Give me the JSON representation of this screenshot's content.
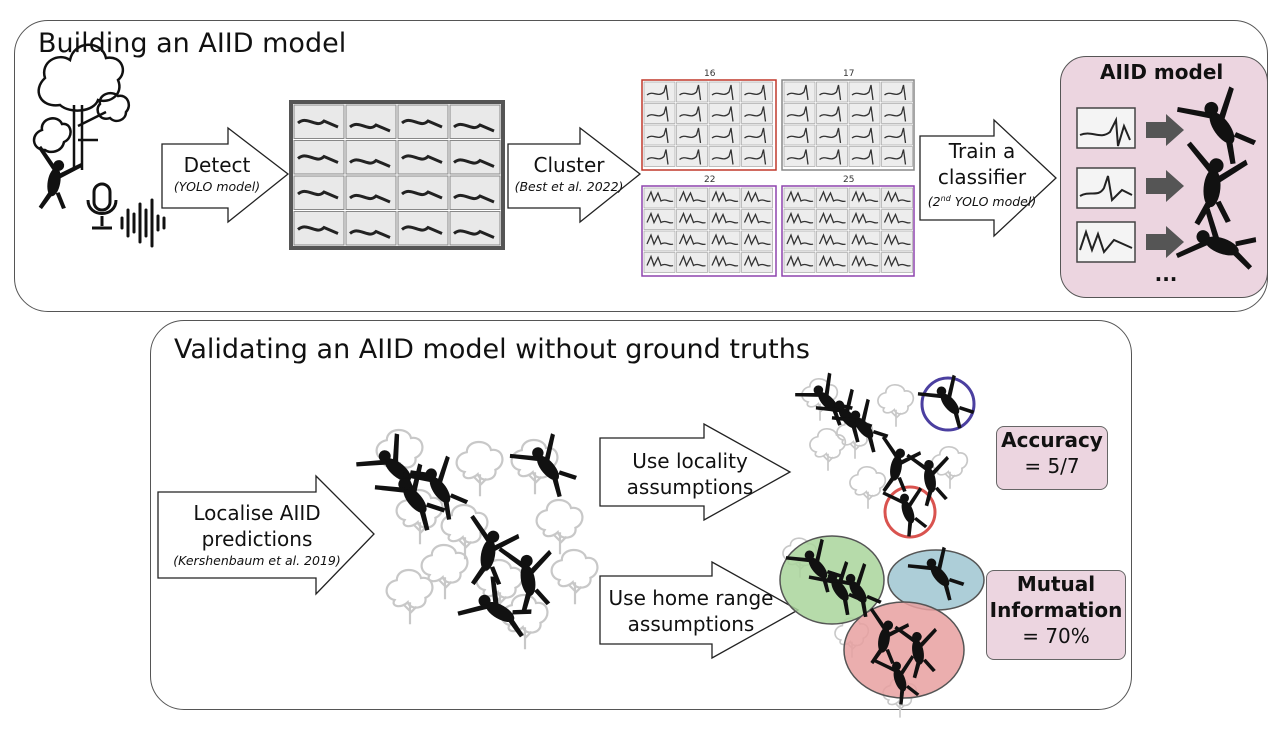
{
  "top_panel": {
    "title": "Building an AIID model",
    "detect": {
      "main": "Detect",
      "sub": "(YOLO model)"
    },
    "cluster": {
      "main": "Cluster",
      "sub": "(Best et al. 2022)"
    },
    "train": {
      "line1": "Train a",
      "line2": "classifier",
      "sub_prefix": "(2",
      "sub_sup": "nd",
      "sub_suffix": " YOLO model)"
    },
    "cluster_ids": [
      "16",
      "17",
      "22",
      "25"
    ],
    "aiid_model": {
      "title": "AIID model",
      "ellipsis": "..."
    }
  },
  "bottom_panel": {
    "title": "Validating an AIID model without ground truths",
    "localise": {
      "line1": "Localise AIID",
      "line2": "predictions",
      "sub": "(Kershenbaum et al. 2019)"
    },
    "locality": {
      "line1": "Use locality",
      "line2": "assumptions"
    },
    "home_range": {
      "line1": "Use home range",
      "line2": "assumptions"
    },
    "accuracy": {
      "label": "Accuracy",
      "value": "= 5/7"
    },
    "mutual_information": {
      "line1": "Mutual",
      "line2": "Information",
      "value": "= 70%"
    }
  },
  "colors": {
    "pink_box": "#ecd5e0",
    "cluster_red": "#c0392b",
    "cluster_purple": "#8e44ad",
    "circle_blue": "#4b3fa0",
    "circle_red": "#d9534f",
    "range_green": "#a9d59b",
    "range_teal": "#9fc5d1",
    "range_red": "#e8a0a0"
  },
  "icons": [
    "tree-icon",
    "gibbon-icon",
    "microphone-icon",
    "soundwave-icon",
    "spectrogram-icon",
    "right-arrow-icon"
  ]
}
